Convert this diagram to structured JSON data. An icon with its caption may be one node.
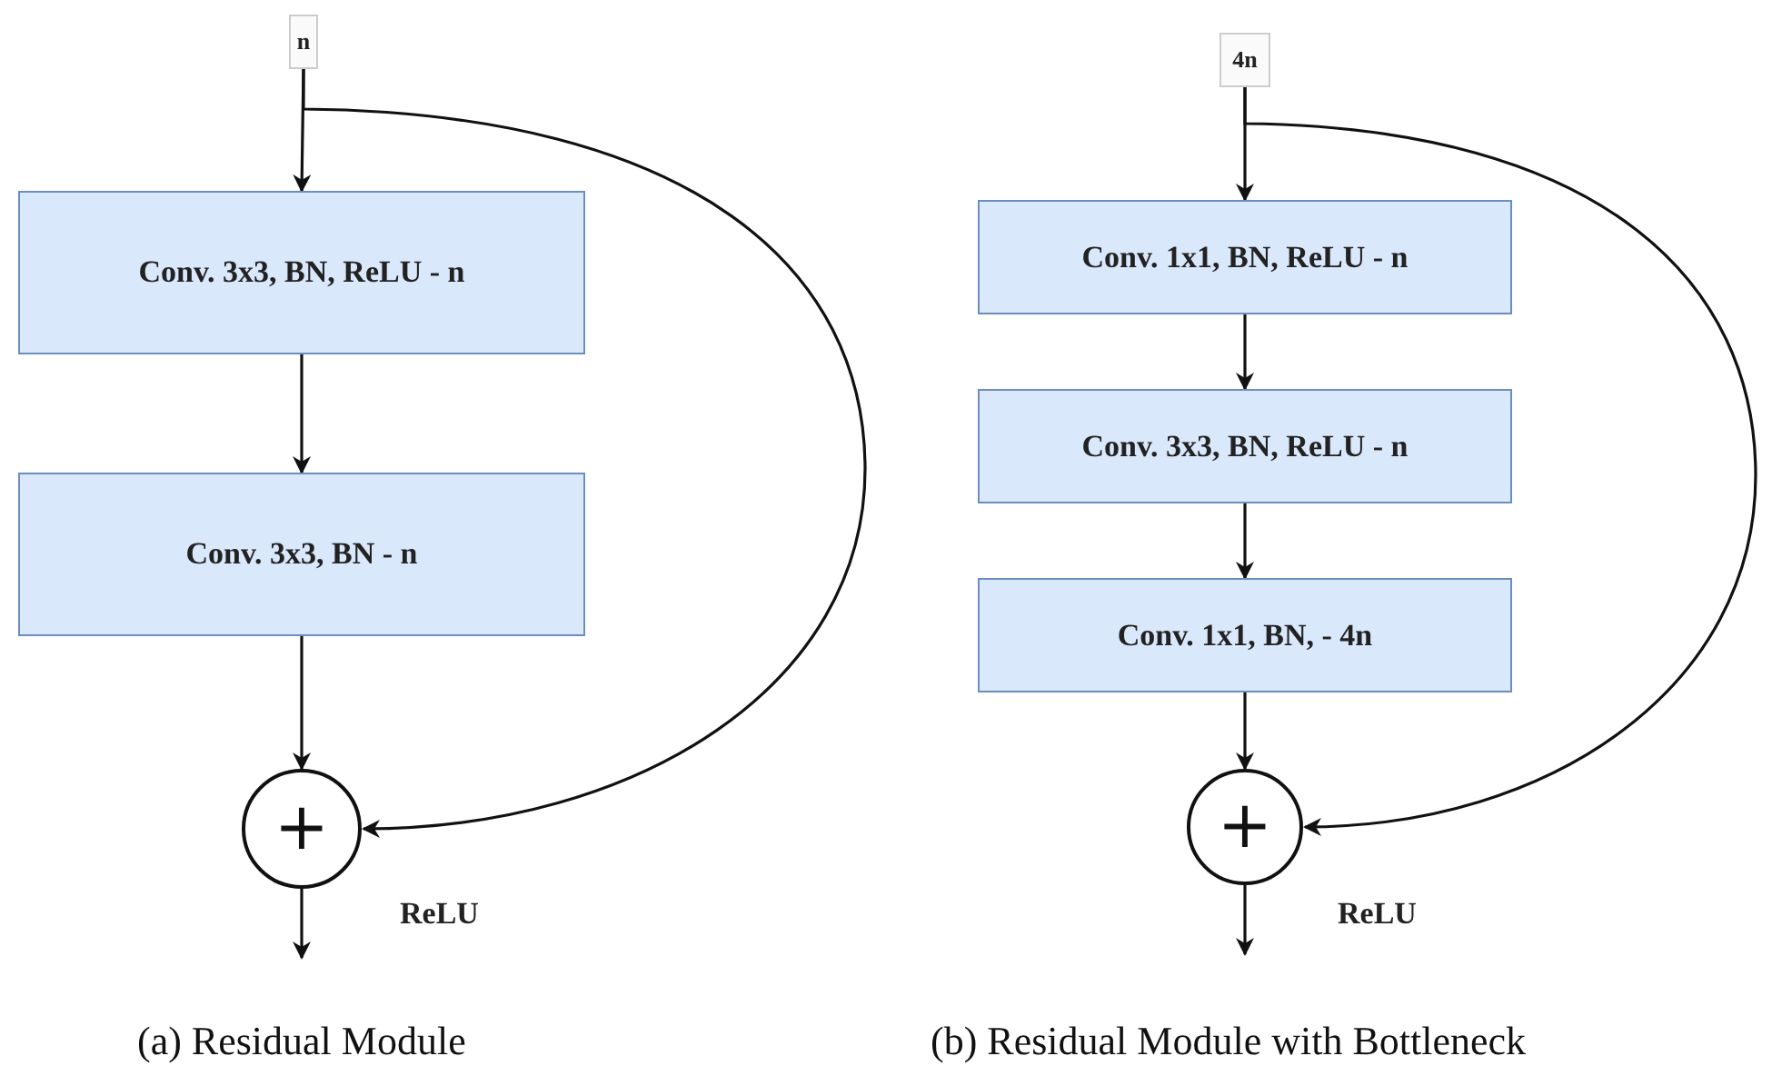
{
  "diagram": {
    "nodes": [
      {
        "text": [
          "n"
        ]
      },
      {
        "text": [
          "Conv. 3x3, BN, ReLU - n"
        ]
      },
      {
        "text": [
          "Conv. 3x3, BN - n"
        ]
      },
      {
        "text": [
          "+"
        ],
        "beside": [
          "ReLU"
        ]
      },
      {
        "text": [
          "4n"
        ]
      },
      {
        "text": [
          "Conv. 1x1, BN, ReLU - n"
        ]
      },
      {
        "text": [
          "Conv. 3x3, BN, ReLU - n"
        ]
      },
      {
        "text": [
          "Conv. 1x1, BN, - 4n"
        ]
      },
      {
        "text": [
          "+"
        ],
        "beside": [
          "ReLU"
        ]
      }
    ],
    "edges": [
      {
        "from": 0,
        "to": 1,
        "arrow": "to"
      },
      {
        "from": 1,
        "to": 2,
        "arrow": "to"
      },
      {
        "from": 2,
        "to": 3,
        "arrow": "to"
      },
      {
        "from": 0,
        "to": 3,
        "arrow": "to"
      },
      {
        "from": 3,
        "to": null,
        "arrow": "to"
      },
      {
        "from": 4,
        "to": 5,
        "arrow": "to"
      },
      {
        "from": 5,
        "to": 6,
        "arrow": "to"
      },
      {
        "from": 6,
        "to": 7,
        "arrow": "to"
      },
      {
        "from": 7,
        "to": 8,
        "arrow": "to"
      },
      {
        "from": 4,
        "to": 8,
        "arrow": "to"
      },
      {
        "from": 8,
        "to": null,
        "arrow": "to"
      }
    ],
    "labels": [
      "(a) Residual Module",
      "(b) Residual Module with Bottleneck"
    ]
  }
}
